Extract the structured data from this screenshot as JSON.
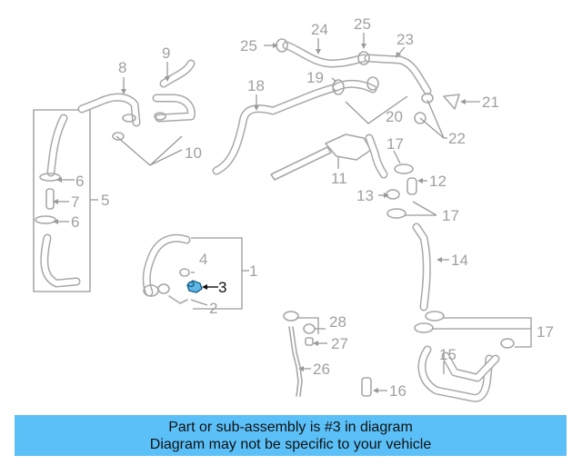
{
  "callouts": [
    "1",
    "2",
    "3",
    "4",
    "5",
    "6",
    "6",
    "7",
    "8",
    "9",
    "10",
    "11",
    "12",
    "13",
    "14",
    "15",
    "16",
    "17",
    "17",
    "17",
    "18",
    "19",
    "20",
    "21",
    "22",
    "23",
    "24",
    "25",
    "25",
    "26",
    "27",
    "28"
  ],
  "highlight_callout": "3",
  "colors": {
    "banner": "#5bc0f8",
    "highlight": "#5fb8e6",
    "lines": "#a8a8a8"
  },
  "banner": {
    "line1": "Part or sub-assembly is #3 in diagram",
    "line2": "Diagram may not be specific to your vehicle"
  }
}
